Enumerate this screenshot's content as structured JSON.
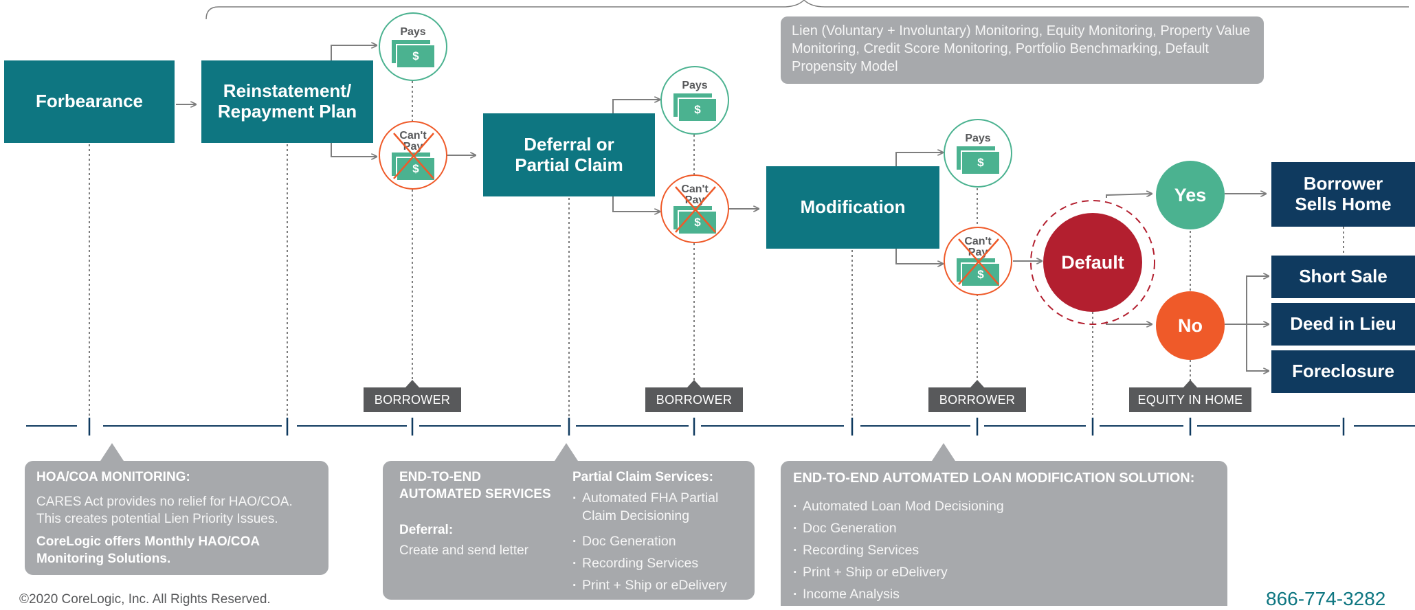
{
  "stages": {
    "forbearance": "Forbearance",
    "reinstatement": [
      "Reinstatement/",
      "Repayment Plan"
    ],
    "deferral": [
      "Deferral or",
      "Partial Claim"
    ],
    "modification": "Modification",
    "default": "Default",
    "yes": "Yes",
    "no": "No"
  },
  "outcomes": {
    "borrower_sells": [
      "Borrower",
      "Sells Home"
    ],
    "short_sale": "Short Sale",
    "deed_in_lieu": "Deed in Lieu",
    "foreclosure": "Foreclosure"
  },
  "pay_labels": {
    "pays": "Pays",
    "cant_pay": [
      "Can't",
      "Pay"
    ],
    "dollar": "$"
  },
  "tags": {
    "borrower": "BORROWER",
    "equity": "EQUITY IN HOME"
  },
  "monitoring_text": "Lien (Voluntary + Involuntary) Monitoring, Equity Monitoring, Property Value Monitoring, Credit Score Monitoring, Portfolio Benchmarking, Default Propensity Model",
  "panels": {
    "hoa": {
      "title": "HOA/COA MONITORING:",
      "body": "CARES Act provides no relief for HAO/COA. This creates potential Lien Priority Issues.",
      "bold": "CoreLogic offers Monthly HAO/COA Monitoring Solutions."
    },
    "automated": {
      "title": "END-TO-END AUTOMATED SERVICES",
      "deferral_title": "Deferral:",
      "deferral_text": "Create and send letter",
      "partial_title": "Partial Claim Services:",
      "partial_items": [
        "Automated FHA Partial Claim Decisioning",
        "Doc Generation",
        "Recording Services",
        "Print + Ship or eDelivery"
      ]
    },
    "loan_mod": {
      "title": "END-TO-END AUTOMATED LOAN MODIFICATION SOLUTION:",
      "items": [
        "Automated Loan Mod Decisioning",
        "Doc Generation",
        "Recording Services",
        "Print + Ship or eDelivery",
        "Income Analysis"
      ]
    }
  },
  "footer": {
    "copyright": "©2020 CoreLogic, Inc. All Rights Reserved.",
    "phone": "866-774-3282"
  },
  "colors": {
    "teal": "#0e7681",
    "navy": "#0f3a5f",
    "green": "#4bb290",
    "red": "#b31f2f",
    "orange": "#ef5a29",
    "gray_panel": "#a7a9ac",
    "dark_tag": "#58595b"
  }
}
